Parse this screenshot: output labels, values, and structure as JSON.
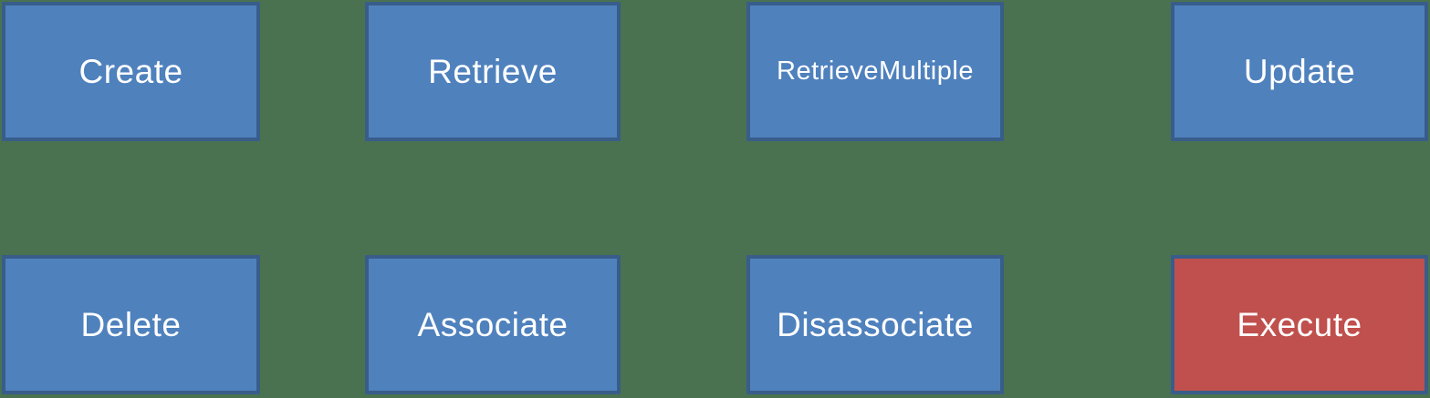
{
  "diagram": {
    "description": "Grid of message operation boxes",
    "colors": {
      "background": "#4A7250",
      "box_fill": "#4F81BD",
      "box_border": "#385D8A",
      "execute_fill": "#C0504D",
      "label_text": "#FFFFFF"
    },
    "boxes": {
      "create": {
        "label": "Create"
      },
      "retrieve": {
        "label": "Retrieve"
      },
      "retrieve_multiple": {
        "label": "RetrieveMultiple"
      },
      "update": {
        "label": "Update"
      },
      "delete": {
        "label": "Delete"
      },
      "associate": {
        "label": "Associate"
      },
      "disassociate": {
        "label": "Disassociate"
      },
      "execute": {
        "label": "Execute"
      }
    }
  }
}
